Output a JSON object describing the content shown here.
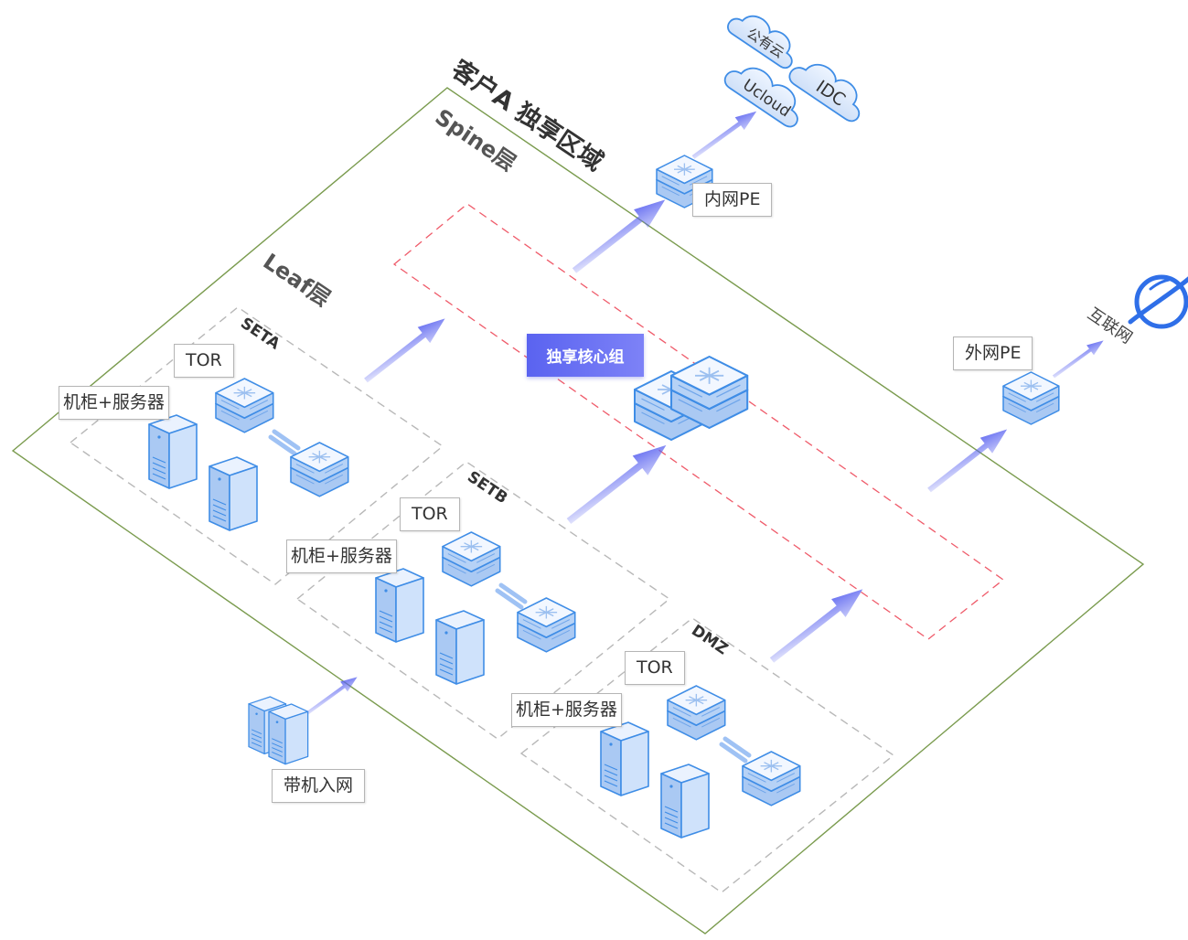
{
  "diagram": {
    "zone_title": "客户A 独享区域",
    "spine_layer": "Spine层",
    "leaf_layer": "Leaf层",
    "core_group": "独享核心组",
    "sets": [
      {
        "name": "SETA",
        "tor_label": "TOR",
        "rack_label": "机柜+服务器"
      },
      {
        "name": "SETB",
        "tor_label": "TOR",
        "rack_label": "机柜+服务器"
      },
      {
        "name": "DMZ",
        "tor_label": "TOR",
        "rack_label": "机柜+服务器"
      }
    ],
    "intranet_pe": "内网PE",
    "extranet_pe": "外网PE",
    "internet": "互联网",
    "colocation": "带机入网",
    "clouds": [
      "公有云",
      "Ucloud",
      "IDC"
    ]
  },
  "colors": {
    "zone_border": "#7a9b4e",
    "core_dash": "#ef5b6a",
    "set_dash": "#b8b8b8",
    "arrow": "#5a63f0",
    "device_fill": "#cfe2fb",
    "device_stroke": "#3f8de6",
    "globe": "#2f6fe8"
  },
  "icons": [
    "cloud-icon",
    "switch-icon",
    "server-icon",
    "globe-icon",
    "arrow-icon"
  ]
}
